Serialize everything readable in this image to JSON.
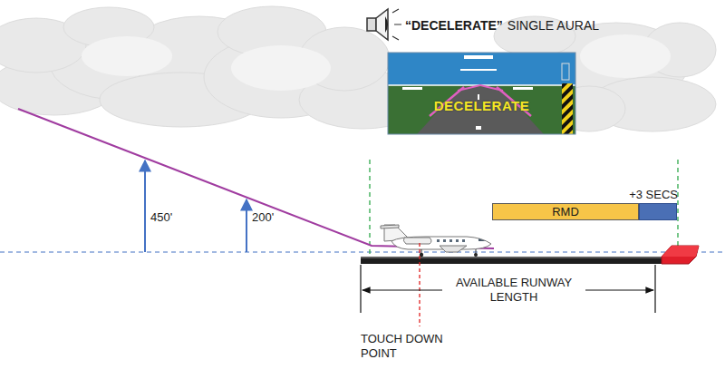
{
  "diagram": {
    "nodes": [
      {
        "text": [
          "DECELERATE"
        ]
      },
      {
        "text": [
          "RMD"
        ]
      },
      {
        "text": [
          "+3 SECS"
        ]
      }
    ],
    "labels": [
      "“DECELERATE”",
      "SINGLE AURAL",
      "450'",
      "200'",
      "AVAILABLE RUNWAY LENGTH",
      "TOUCH DOWN POINT"
    ]
  }
}
